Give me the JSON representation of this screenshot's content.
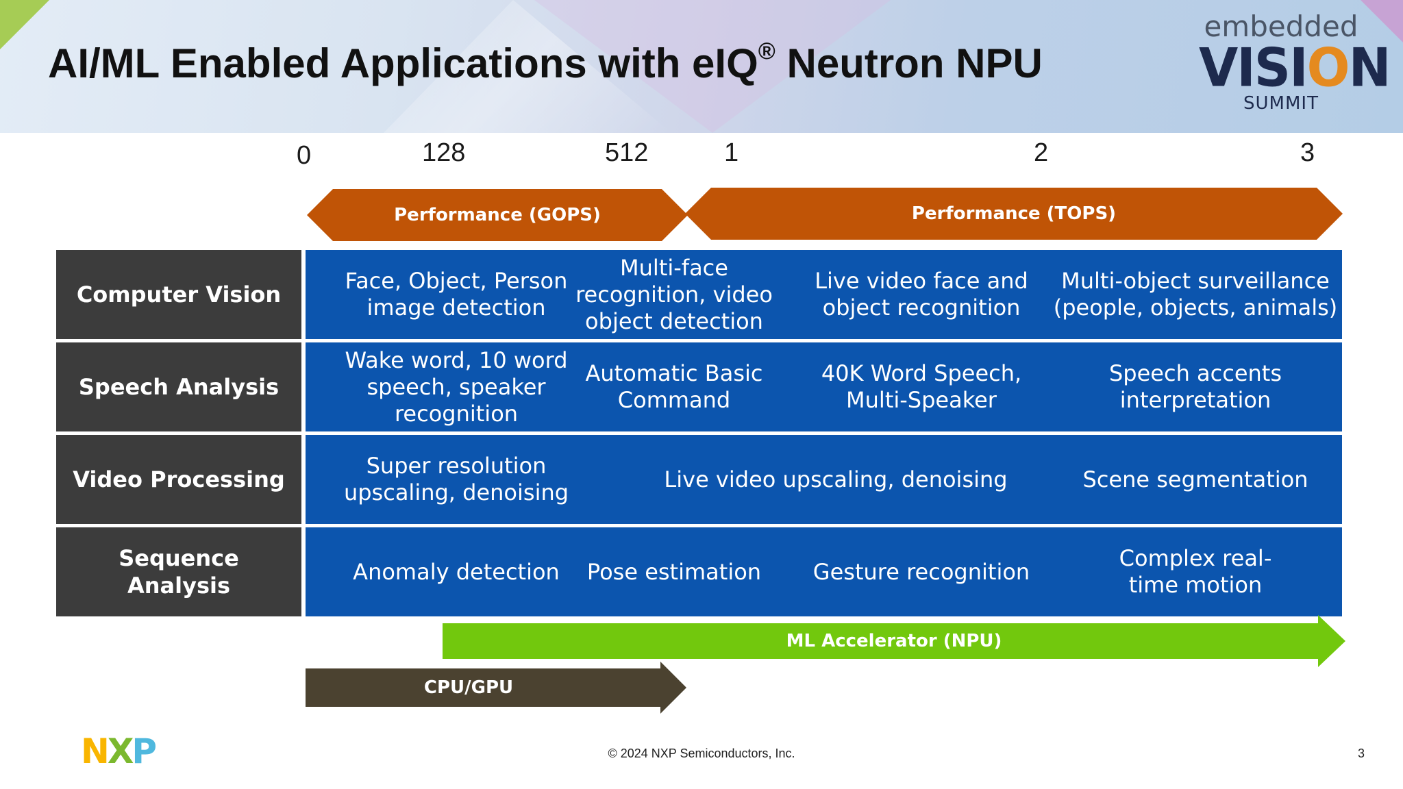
{
  "header": {
    "title": "AI/ML Enabled Applications with eIQ",
    "title_sup": "®",
    "title_suffix": " Neutron NPU",
    "logo": {
      "line1": "embedded",
      "line2a": "VISI",
      "line2b": "O",
      "line2c": "N",
      "line3": "SUMMIT"
    }
  },
  "scale": {
    "ticks": [
      "0",
      "128",
      "512",
      "1",
      "2",
      "3"
    ],
    "gops_label": "Performance (GOPS)",
    "tops_label": "Performance (TOPS)"
  },
  "rows": [
    {
      "label": "Computer Vision",
      "cells": [
        "Face, Object, Person image detection",
        "Multi-face recognition, video object detection",
        "Live video face and object recognition",
        "Multi-object surveillance (people, objects, animals)"
      ]
    },
    {
      "label": "Speech Analysis",
      "cells": [
        "Wake word, 10 word speech, speaker recognition",
        "Automatic Basic Command",
        "40K Word Speech, Multi-Speaker",
        "Speech accents interpretation"
      ]
    },
    {
      "label": "Video Processing",
      "cells": [
        "Super resolution upscaling, denoising",
        "Live video upscaling, denoising",
        "Scene segmentation"
      ]
    },
    {
      "label": "Sequence Analysis",
      "cells": [
        "Anomaly detection",
        "Pose estimation",
        "Gesture recognition",
        "Complex real-time motion"
      ]
    }
  ],
  "bars": {
    "npu": "ML Accelerator (NPU)",
    "cpu": "CPU/GPU"
  },
  "footer": {
    "brand": [
      "N",
      "X",
      "P"
    ],
    "copyright": "© 2024 NXP Semiconductors, Inc.",
    "page": "3"
  },
  "colors": {
    "arrow_orange": "#c05406",
    "cell_blue": "#0c55ae",
    "label_gray": "#3c3c3c",
    "npu_green": "#72c80d",
    "cpu_brown": "#4b4230"
  }
}
